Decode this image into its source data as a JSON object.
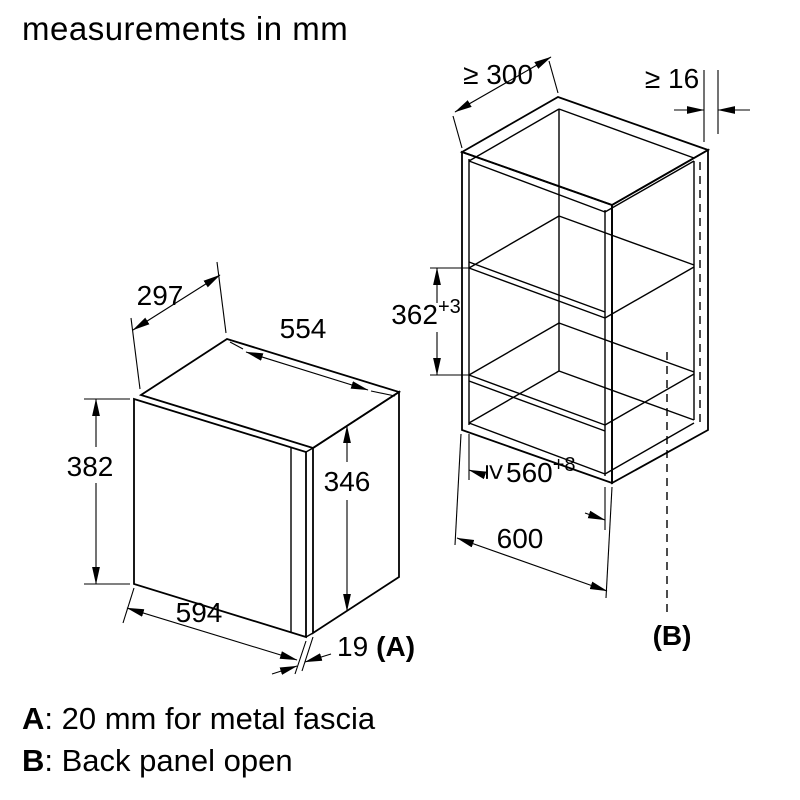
{
  "title": "measurements in mm",
  "notes": {
    "a_key": "A",
    "a_text": ": 20 mm for metal fascia",
    "b_key": "B",
    "b_text": ": Back panel open"
  },
  "appliance": {
    "depth_top": "297",
    "body_width": "554",
    "front_height": "382",
    "body_height": "346",
    "front_width": "594",
    "fascia_depth": "19",
    "fascia_ref": "(A)"
  },
  "niche": {
    "depth_min": "≥ 300",
    "rear_gap_min": "≥ 16",
    "height": "362",
    "height_tol": "+3",
    "width_gte": "≥",
    "width": "560",
    "width_tol": "+8",
    "outer_width": "600",
    "ref": "(B)"
  }
}
